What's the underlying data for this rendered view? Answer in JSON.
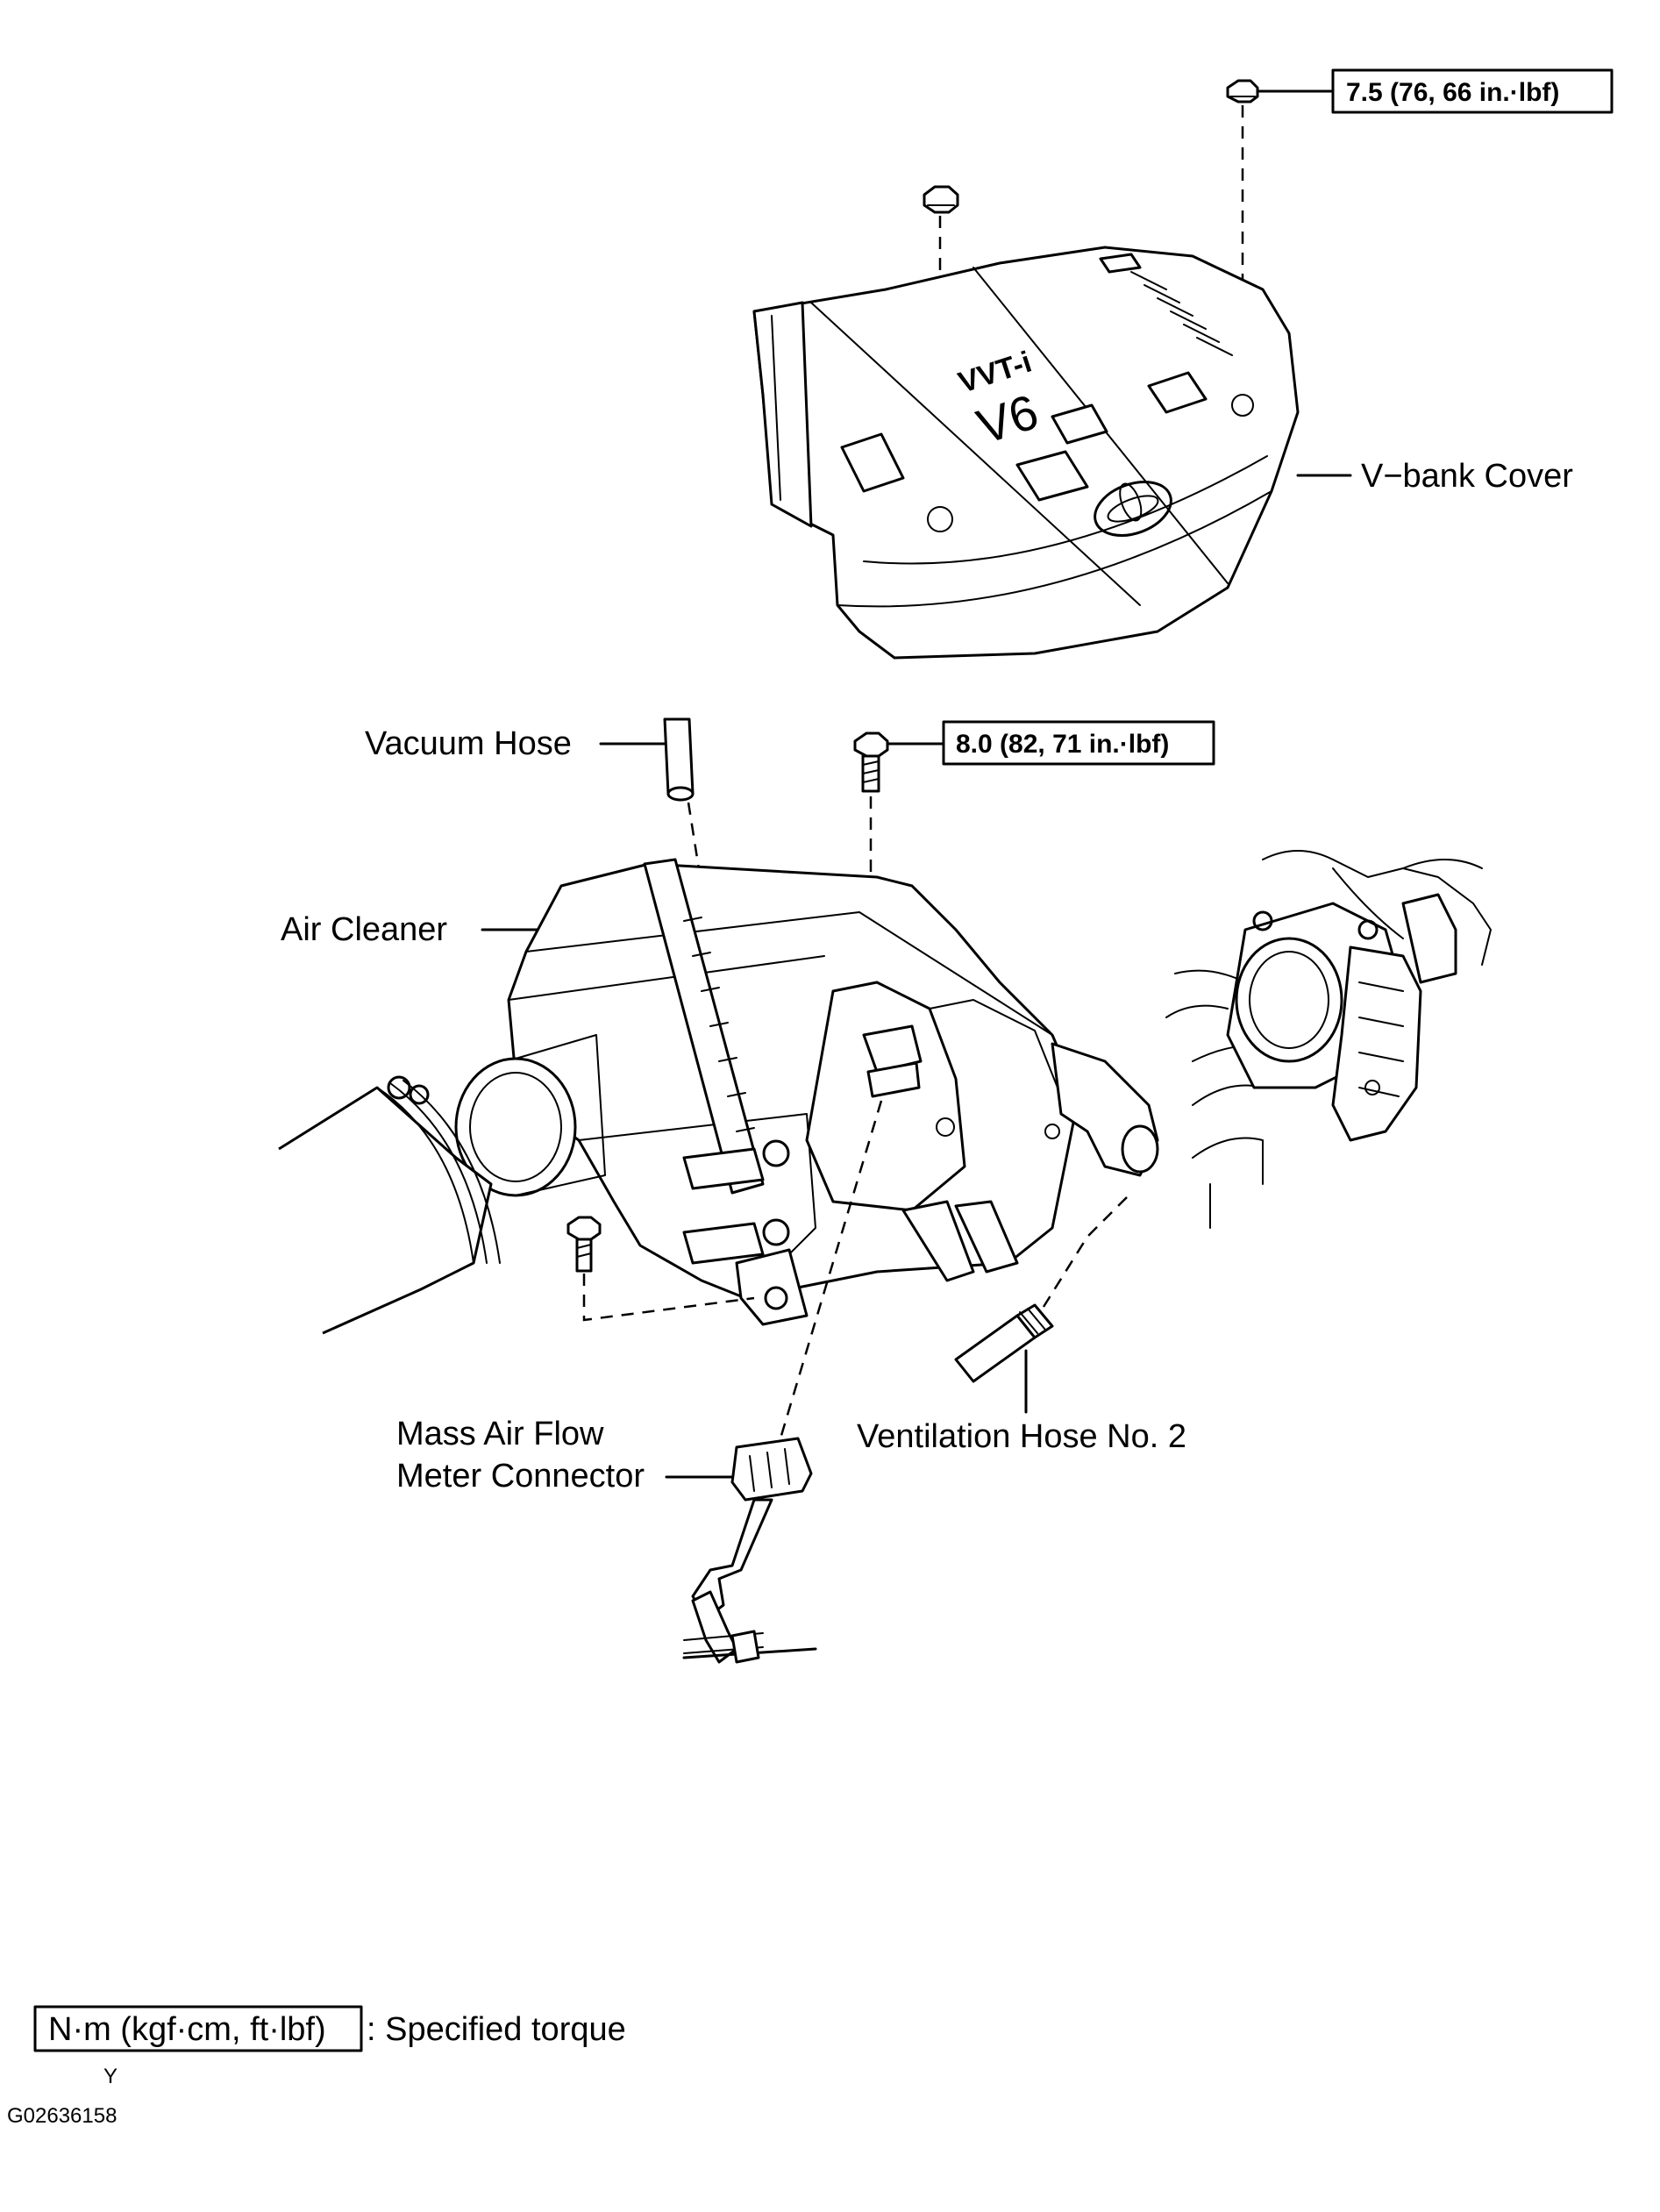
{
  "torque_specs": {
    "v_bank_cover_nut": "7.5 (76, 66 in.·lbf)",
    "air_cleaner_bolt": "8.0 (82, 71 in.·lbf)"
  },
  "labels": {
    "v_bank_cover": "V−bank Cover",
    "vacuum_hose": "Vacuum Hose",
    "air_cleaner": "Air Cleaner",
    "mass_air_flow_line1": "Mass Air Flow",
    "mass_air_flow_line2": "Meter Connector",
    "ventilation_hose": "Ventilation Hose No. 2"
  },
  "cover_markings": {
    "line1": "VVT-i",
    "line2": "V6"
  },
  "legend": {
    "unit_box": "N·m (kgf·cm, ft·lbf)",
    "description": ": Specified torque"
  },
  "footer": {
    "marker": "Y",
    "figure_code": "G02636158"
  }
}
